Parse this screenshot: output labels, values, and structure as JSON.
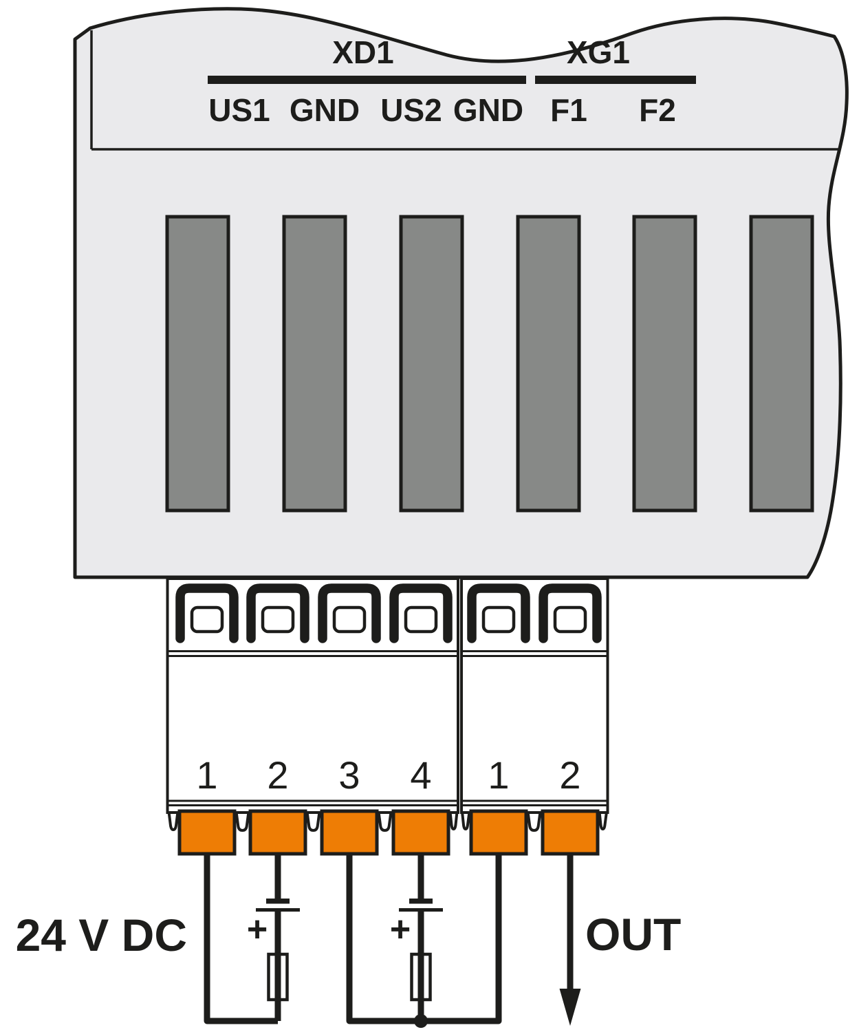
{
  "module": {
    "groups": [
      {
        "name": "XD1",
        "pins": [
          "US1",
          "GND",
          "US2",
          "GND"
        ]
      },
      {
        "name": "XG1",
        "pins": [
          "F1",
          "F2"
        ]
      }
    ]
  },
  "connectors": [
    {
      "positions": [
        "1",
        "2",
        "3",
        "4"
      ]
    },
    {
      "positions": [
        "1",
        "2"
      ]
    }
  ],
  "wiring": {
    "supply_label": "24 V DC",
    "output_label": "OUT",
    "polarity_plus": "+"
  },
  "colors": {
    "body": "#eaeaec",
    "slot": "#878987",
    "terminal": "#ee7d05",
    "line": "#1d1d1b"
  }
}
